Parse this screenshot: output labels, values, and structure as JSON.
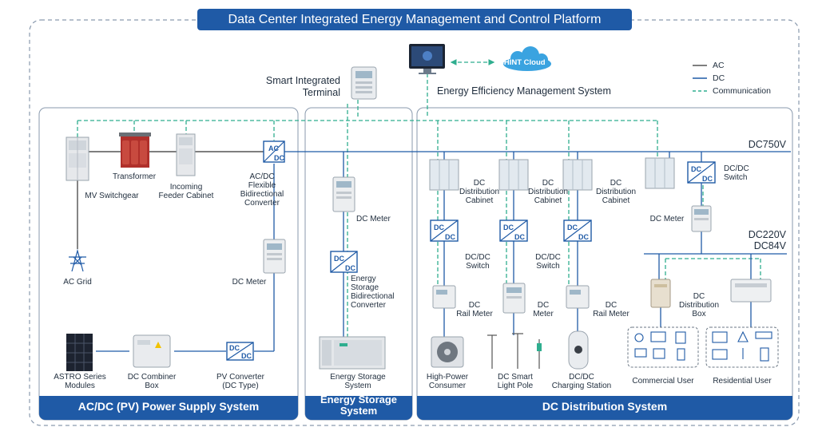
{
  "title": "Data Center Integrated Energy Management and Control Platform",
  "cloud_label": "CHINT Cloud",
  "terminal_label": [
    "Smart Integrated",
    "Terminal"
  ],
  "ems_label": "Energy Efficiency Management System",
  "legend": {
    "ac": "AC",
    "dc": "DC",
    "comm": "Communication"
  },
  "buses": {
    "dc750": "DC750V",
    "dc220": "DC220V",
    "dc84": "DC84V"
  },
  "pv": {
    "footer": "AC/DC (PV) Power Supply System",
    "mv_switchgear": "MV Switchgear",
    "transformer": "Transformer",
    "incoming": [
      "Incoming",
      "Feeder Cabinet"
    ],
    "acdc": [
      "AC/DC",
      "Flexible",
      "Bidirectional",
      "Converter"
    ],
    "ac_grid": "AC Grid",
    "dc_meter": "DC Meter",
    "modules": [
      "ASTRO Series",
      "Modules"
    ],
    "combiner": [
      "DC Combiner",
      "Box"
    ],
    "pv_converter": [
      "PV Converter",
      "(DC Type)"
    ]
  },
  "storage": {
    "footer": [
      "Energy Storage",
      "System"
    ],
    "dc_meter": "DC Meter",
    "converter": [
      "Energy",
      "Storage",
      "Bidirectional",
      "Converter"
    ],
    "system": [
      "Energy Storage",
      "System"
    ]
  },
  "dist": {
    "footer": "DC Distribution System",
    "cabinet": [
      "DC",
      "Distribution",
      "Cabinet"
    ],
    "dcdc_switch": [
      "DC/DC",
      "Switch"
    ],
    "dc_meter": "DC Meter",
    "rail_meter": [
      "DC",
      "Rail Meter"
    ],
    "dc_meter2": [
      "DC",
      "Meter"
    ],
    "dist_box": [
      "DC",
      "Distribution",
      "Box"
    ],
    "high_power": [
      "High-Power",
      "Consumer"
    ],
    "light_pole": [
      "DC Smart",
      "Light Pole"
    ],
    "charging": [
      "DC/DC",
      "Charging Station"
    ],
    "commercial": "Commercial User",
    "residential": "Residential User"
  },
  "converter_text": {
    "left": "AC",
    "right": "DC"
  },
  "dcdc_text": {
    "left": "DC",
    "right": "DC"
  },
  "colors": {
    "brand": "#1f5aa6",
    "ac_line": "#333333",
    "dc_line": "#1f5aa6",
    "comm_line": "#2fae8f"
  }
}
